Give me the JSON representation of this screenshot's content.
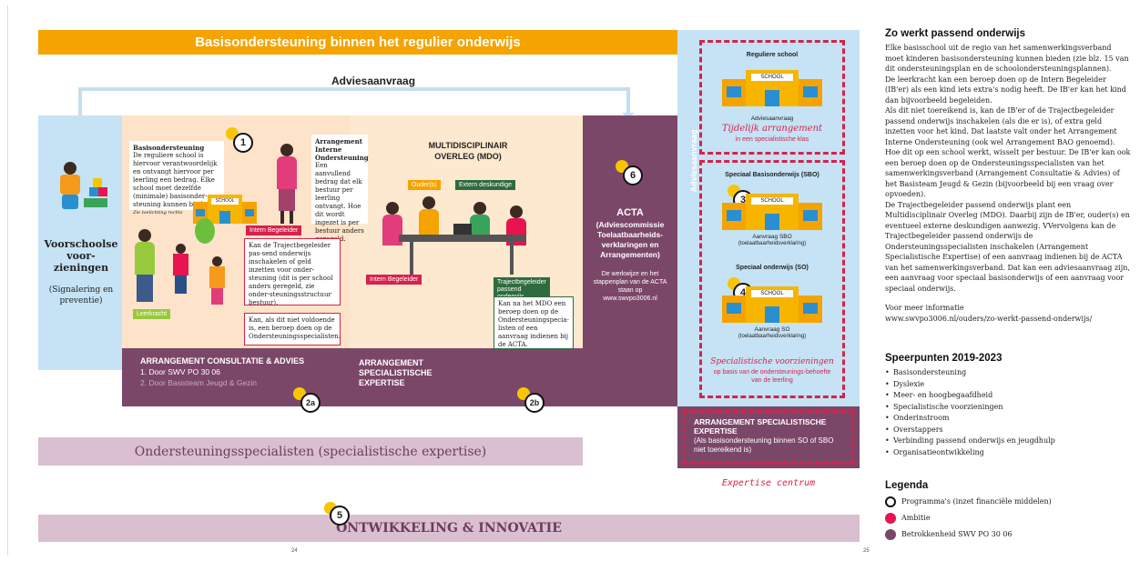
{
  "header": {
    "banner": "Basisondersteuning binnen het regulier onderwijs",
    "adviesaanvraag": "Adviesaanvraag"
  },
  "left": {
    "voorschoolse": {
      "title": "Voorschoolse voor-zieningen",
      "sub": "(Signalering en preventie)"
    },
    "basis_box": {
      "title": "Basisondersteuning",
      "text": "De reguliere school is hiervoor verantwoordelijk en ontvangt hiervoor per leerling een bedrag. Elke school moet dezelfde (minimale) basisonder-steuning kunnen bieden.",
      "note": "Zie toelichting rechts"
    },
    "arrangement_box": {
      "title": "Arrangement Interne Ondersteuning",
      "text": "Een aanvullend bedrag dat elk bestuur per leerling ontvangt. Hoe dit wordt ingezet is per bestuur anders geregeld."
    },
    "traject_box": "Kan de Trajectbegeleider pas-send onderwijs inschakelen of geld inzetten voor onder-steuning (dit is per school anders geregeld, zie onder-steuningsstructuur bestuur).",
    "nietvoldoende_box": "Kan, als dit niet voldoende is, een beroep doen op de Ondersteuningsspecialisten.",
    "school_label": "SCHOOL",
    "leerkracht": "Leerkracht",
    "intern_begeleider": "Intern Begeleider",
    "mdo_title": "MULTIDISCIPLINAIR OVERLEG (MDO)",
    "ouders": "Ouder(s)",
    "extern": "Extern deskundige",
    "intern_begeleider2": "Intern Begeleider",
    "trajectbegeleider": "Trajectbegeleider passend onderwijs",
    "mdo_box": "Kan na het MDO een beroep doen op de Ondersteuningspecia-listen of een aanvraag indienen bij de ACTA.",
    "arr_consultatie": {
      "title": "ARRANGEMENT CONSULTATIE & ADVIES",
      "line1": "1. Door SWV PO 30 06",
      "line2": "2. Door Basisteam Jeugd & Gezin"
    },
    "arr_specialistisch": "ARRANGEMENT SPECIALISTISCHE EXPERTISE",
    "acta": {
      "title": "ACTA",
      "sub": "(Adviescommissie Toelaatbaarheids-verklaringen en Arrangementen)",
      "text": "De werkwijze en het stappenplan van de ACTA staan op www.swvpo3006.nl"
    },
    "specialisten": "Ondersteuningsspecialisten (specialistische expertise)",
    "ontwikkeling": "ONTWIKKELING & INNOVATIE",
    "badges": [
      "1",
      "2a",
      "2b",
      "6",
      "5"
    ],
    "page_number": "24"
  },
  "right_panel": {
    "adviesaanvraag_vertical": "Adviesaanvraag",
    "regulier": {
      "title": "Reguliere school",
      "school": "SCHOOL",
      "caption": "Adviesaanvraag",
      "tijdelijk": "Tijdelijk arrangement",
      "klas": "in een specialistische klas"
    },
    "sbo": {
      "title": "Speciaal Basisonderwijs (SBO)",
      "badge": "3",
      "school": "SCHOOL",
      "caption": "Aanvraag SBO",
      "sub": "(toelaatbaarheidsverklaring)"
    },
    "so": {
      "title": "Speciaal onderwijs (SO)",
      "badge": "4",
      "school": "SCHOOL",
      "caption": "Aanvraag SO",
      "sub": "(toelaatbaarheidsverklaring)"
    },
    "voorzieningen": {
      "title": "Specialistische voorzieningen",
      "sub": "op basis van de ondersteunings-behoefte van de leerling"
    },
    "arr_box": {
      "title": "ARRANGEMENT SPECIALISTISCHE EXPERTISE",
      "sub": "(Als basisondersteuning binnen SO of SBO niet toereikend is)"
    },
    "expertise_centrum": "Expertise centrum"
  },
  "right_page": {
    "title": "Zo werkt passend onderwijs",
    "p1": "Elke basisschool uit de regio van het samenwerkingsverband moet kinderen basisondersteuning kunnen bieden (zie blz. 15 van dit ondersteuningsplan en de schoolondersteuningsplannen).",
    "p2": "De leerkracht kan een beroep doen op de Intern Begeleider (IB'er) als een kind iets extra's nodig heeft. De IB'er kan het kind dan bijvoorbeeld begeleiden.",
    "p3": "Als dit niet toereikend is, kan de IB'er of de Trajectbegeleider passend onderwijs inschakelen (als die er is), of extra geld inzetten voor het kind. Dat laatste valt onder het Arrangement Interne Ondersteuning (ook wel Arrangement BAO genoemd). Hoe dit op een school werkt, wisselt per bestuur. De IB'er kan ook een beroep doen op de Ondersteuningsspecialisten van het samenwerkingsverband (Arrangement Consultatie & Advies) of het Basisteam Jeugd & Gezin (bijvoorbeeld bij een vraag over opvoeden).",
    "p4": "De Trajectbegeleider passend onderwijs plant een Multidisciplinair Overleg (MDO). Daarbij zijn de IB'er, ouder(s) en eventueel externe deskundigen aanwezig. VVervolgens kan de Trajectbegeleider passend onderwijs de Ondersteuningsspecialisten inschakelen (Arrangement Specialistische Expertise) of een aanvraag indienen bij de ACTA van het samenwerkingsverband. Dat kan een adviesaanvraag zijn, een aanvraag voor speciaal basisonderwijs of een aanvraag voor speciaal onderwijs.",
    "meer_label": "Voor meer informatie",
    "meer_url": "www.swvpo3006.nl/ouders/zo-werkt-passend-onderwijs/",
    "speerpunten_title": "Speerpunten 2019-2023",
    "speerpunten": [
      "Basisondersteuning",
      "Dyslexie",
      "Meer- en hoogbegaafdheid",
      "Specialistische voorzieningen",
      "Onderinstroom",
      "Overstappers",
      "Verbinding passend onderwijs en jeugdhulp",
      "Organisatieontwikkeling"
    ],
    "legenda_title": "Legenda",
    "legenda": [
      {
        "label": "Programma's (inzet financiële middelen)",
        "color": "#ffffff"
      },
      {
        "label": "Ambitie",
        "color": "#e8134f"
      },
      {
        "label": "Betrokkenheid SWV PO 30 06",
        "color": "#7b4768"
      }
    ],
    "page_number": "25"
  },
  "colors": {
    "orange": "#f5a300",
    "purple": "#7b4768",
    "blue": "#c5e3f5",
    "peach": "#fde3c9",
    "red": "#d6224d",
    "pink": "#d9bfcf"
  }
}
